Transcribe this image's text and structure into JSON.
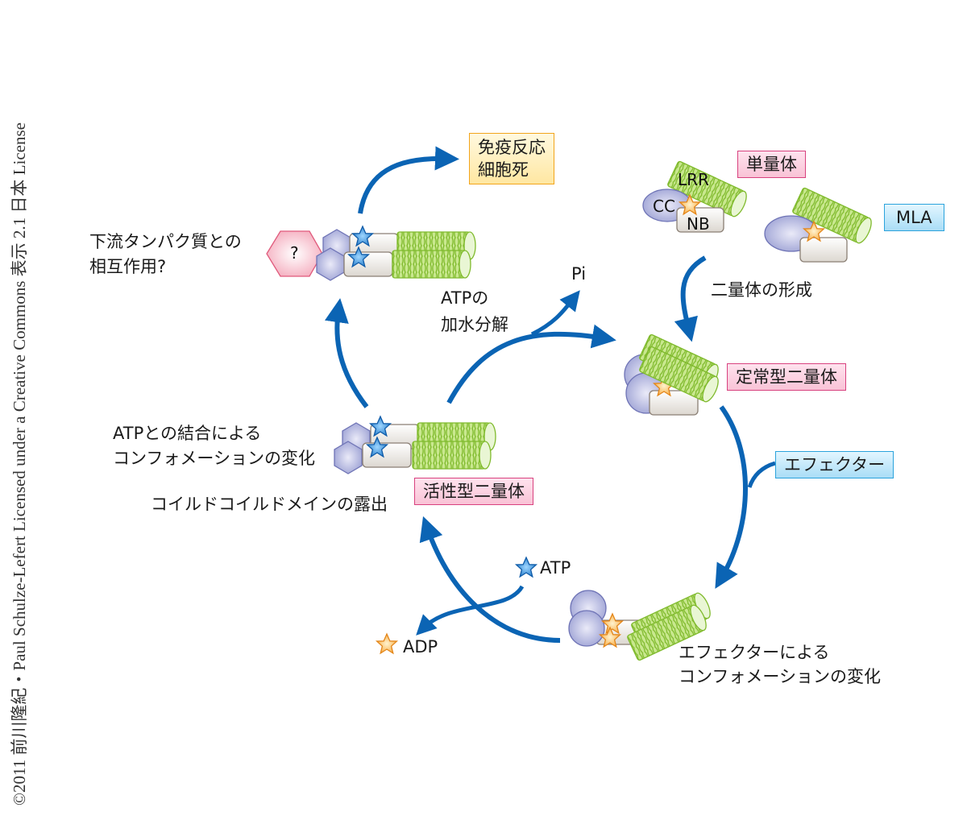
{
  "copyright": "©2011 前川隆紀・Paul Schulze-Lefert Licensed under a Creative Commons 表示 2.1 日本 License",
  "colors": {
    "arrow": "#0b64b4",
    "lrr_green": "#9fd24a",
    "cc_purple": "#9a9fd3",
    "nb_gray": "#e6e2dc",
    "atp_star": "#2b84cf",
    "adp_star": "#f6b04a",
    "state_box_pink": "#f6c0d4",
    "protein_box_blue": "#aee0f7",
    "output_box_yellow": "#ffe6a0",
    "unknown_pink": "#f6b8c6"
  },
  "labels": {
    "monomer": "単量体",
    "protein_name": "MLA",
    "domain_lrr": "LRR",
    "domain_cc": "CC",
    "domain_nb": "NB",
    "dimer_formation": "二量体の形成",
    "resting_dimer": "定常型二量体",
    "effector": "エフェクター",
    "effector_conformation_line1": "エフェクターによる",
    "effector_conformation_line2": "コンフォメーションの変化",
    "atp": "ATP",
    "adp": "ADP",
    "active_dimer": "活性型二量体",
    "atp_conformation_line1": "ATPとの結合による",
    "atp_conformation_line2": "コンフォメーションの変化",
    "coiled_coil_exposure": "コイルドコイルドメインの露出",
    "downstream_line1": "下流タンパク質との",
    "downstream_line2": "相互作用?",
    "unknown_partner": "?",
    "immune_line1": "免疫反応",
    "immune_line2": "細胞死",
    "hydrolysis_line1": "ATPの",
    "hydrolysis_line2": "加水分解",
    "pi": "Pi"
  }
}
